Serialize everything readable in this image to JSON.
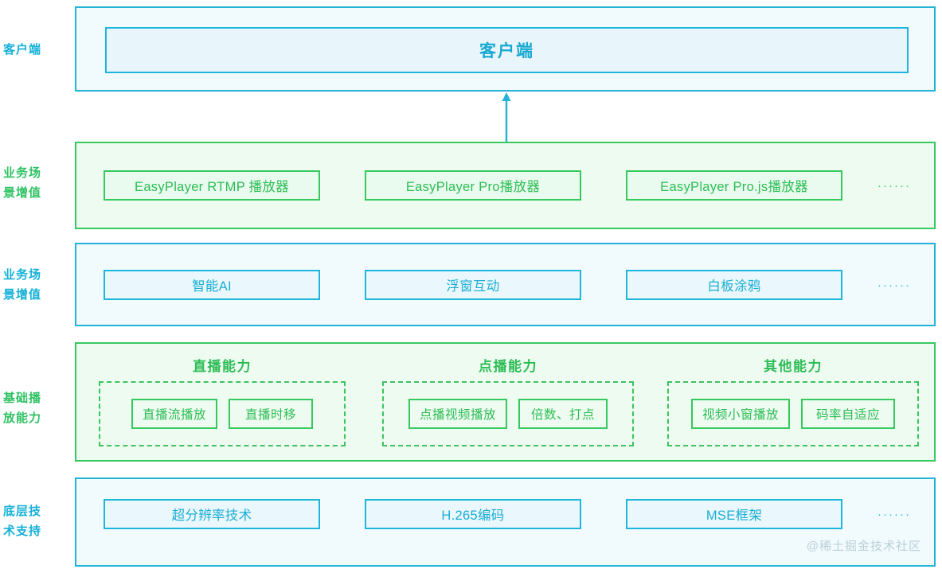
{
  "rows": [
    {
      "label": "客户端",
      "label_lines": [
        "客户端"
      ],
      "theme": "blue",
      "items": [
        {
          "label": "客户端"
        }
      ],
      "ellipsis": ""
    },
    {
      "label": "业务场景增值",
      "label_lines": [
        "业务场",
        "景增值"
      ],
      "theme": "green",
      "items": [
        {
          "label": "EasyPlayer RTMP 播放器"
        },
        {
          "label": "EasyPlayer Pro播放器"
        },
        {
          "label": "EasyPlayer Pro.js播放器"
        }
      ],
      "ellipsis": "······"
    },
    {
      "label": "业务场景增值",
      "label_lines": [
        "业务场",
        "景增值"
      ],
      "theme": "blue",
      "items": [
        {
          "label": "智能AI"
        },
        {
          "label": "浮窗互动"
        },
        {
          "label": "白板涂鸦"
        }
      ],
      "ellipsis": "······"
    },
    {
      "label": "基础播放能力",
      "label_lines": [
        "基础播",
        "放能力"
      ],
      "theme": "green",
      "groups": [
        {
          "title": "直播能力",
          "items": [
            "直播流播放",
            "直播时移"
          ]
        },
        {
          "title": "点播能力",
          "items": [
            "点播视频播放",
            "倍数、打点"
          ]
        },
        {
          "title": "其他能力",
          "items": [
            "视频小窗播放",
            "码率自适应"
          ]
        }
      ],
      "ellipsis": ""
    },
    {
      "label": "底层技术支持",
      "label_lines": [
        "底层技",
        "术支持"
      ],
      "theme": "blue",
      "items": [
        {
          "label": "超分辨率技术"
        },
        {
          "label": "H.265编码"
        },
        {
          "label": "MSE框架"
        }
      ],
      "ellipsis": "······"
    }
  ],
  "arrow": {
    "direction": "up",
    "color": "#22b3d6"
  },
  "watermark": "@稀土掘金技术社区",
  "colors": {
    "blue_border": "#22b3d6",
    "blue_fill": "#f1fbfe",
    "blue_text": "#13b0d8",
    "green_border": "#36c95f",
    "green_fill": "#eefbf0",
    "green_text": "#2ec263",
    "watermark": "#b9cfd8"
  }
}
